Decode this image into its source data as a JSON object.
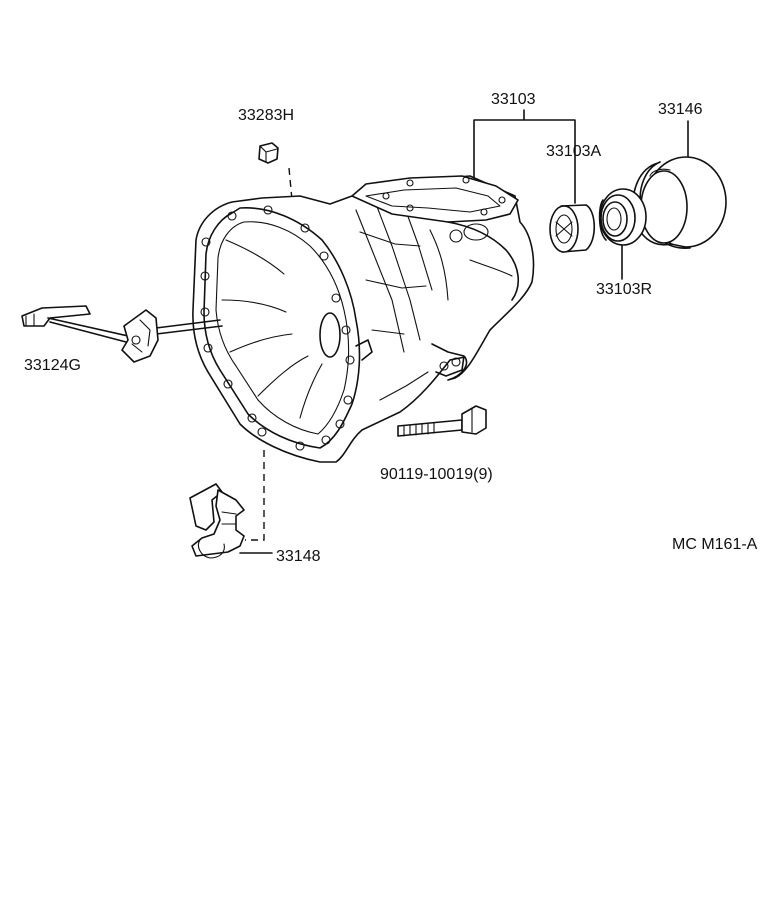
{
  "labels": {
    "p33283H": "33283H",
    "p33103": "33103",
    "p33146": "33146",
    "p33103A": "33103A",
    "p33103R": "33103R",
    "p33124G": "33124G",
    "p90119": "90119-10019(9)",
    "p33148": "33148",
    "code": "MC M161-A"
  }
}
